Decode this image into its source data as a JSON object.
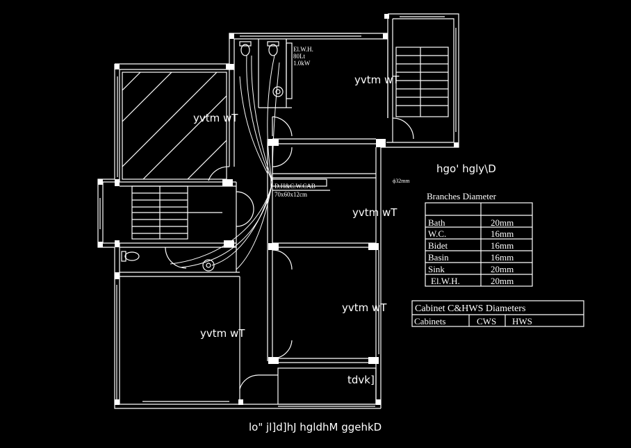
{
  "colors": {
    "background": "#000000",
    "lines": "#ffffff"
  },
  "rooms": {
    "bedroom_upper_left": "yvtm wT",
    "room_upper_right": "yvtm wT",
    "room_middle_right": "yvtm wT",
    "room_lower_right": "yvtm wT",
    "bedroom_lower_left": "yvtm wT",
    "balcony": "tdvk]"
  },
  "heater_label": [
    "El.W.H.",
    "80Lt",
    "1.0kW"
  ],
  "cabinet_label": [
    "D.H&C.W.CAB",
    "70x60x12cm"
  ],
  "main_pipe_label": "ϕ32mm",
  "legend_title": "hgo' hgly\\D",
  "branches_table": {
    "title": "Branches Diameter",
    "rows": [
      [
        "Bath",
        "20mm"
      ],
      [
        "W.C.",
        "16mm"
      ],
      [
        "Bidet",
        "16mm"
      ],
      [
        "Basin",
        "16mm"
      ],
      [
        "Sink",
        "20mm"
      ],
      [
        "El.W.H.",
        "20mm"
      ]
    ]
  },
  "cabinet_table": {
    "title": "Cabinet C&HWS Diameters",
    "headers": [
      "Cabinets",
      "CWS",
      "HWS"
    ]
  },
  "plan_caption": "lo\" jl]d]hJ hgldhM ggehkD"
}
